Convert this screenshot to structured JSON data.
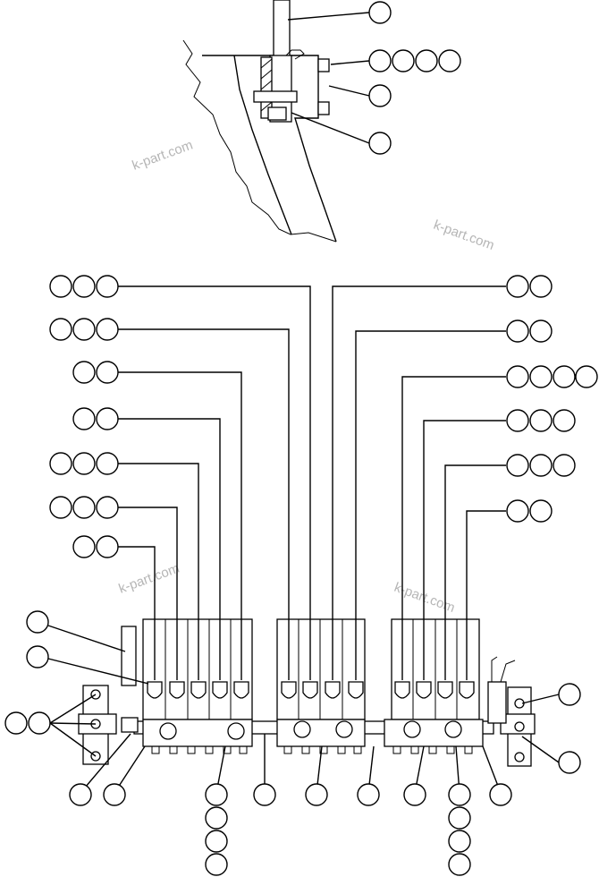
{
  "diagram": {
    "watermarks": [
      "k-part.com",
      "k-part.com",
      "k-part.com",
      "k-part.com"
    ],
    "callout_balloons": {
      "upper_lever_group": [
        1,
        4,
        1,
        1
      ],
      "left_column": [
        3,
        3,
        2,
        2,
        3,
        3,
        2
      ],
      "right_column": [
        2,
        2,
        4,
        3,
        3,
        2
      ],
      "side_left": [
        1,
        1,
        2
      ],
      "side_right": [
        1,
        1
      ],
      "bottom_row": [
        1,
        1,
        4,
        1,
        1,
        1,
        1,
        4,
        1
      ]
    },
    "line_color": "#000000",
    "watermark_color": "#b5b5b5"
  }
}
